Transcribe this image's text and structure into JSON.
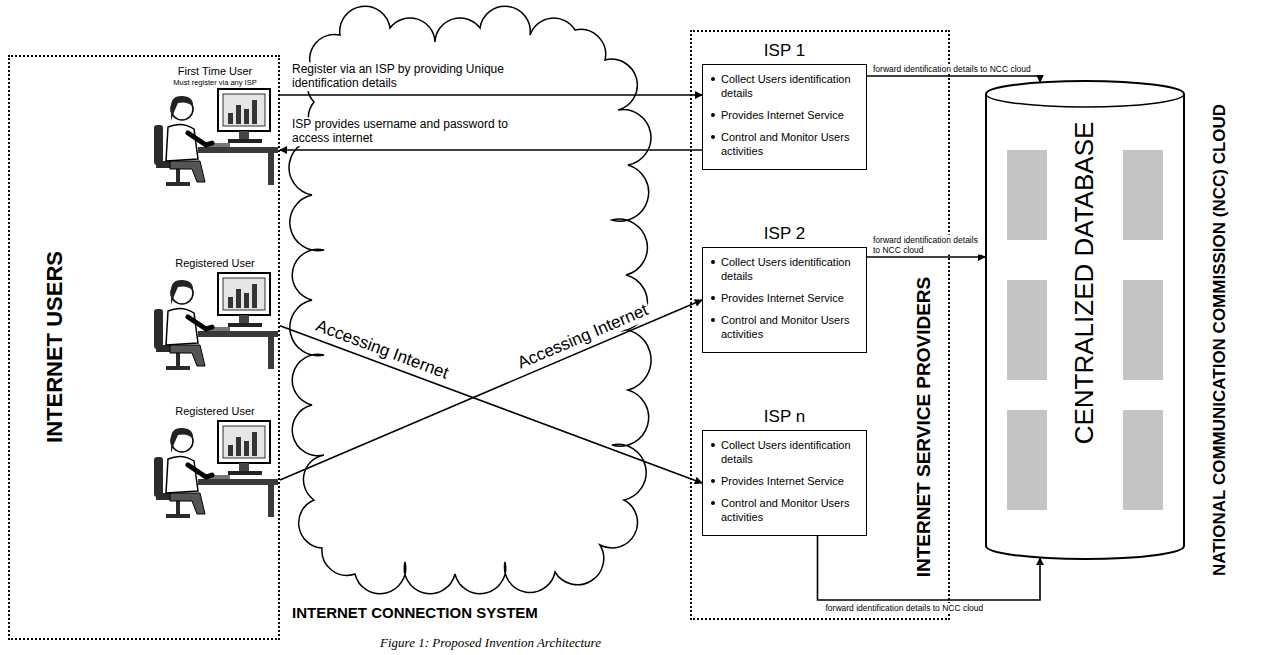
{
  "diagram": {
    "caption": "Figure 1: Proposed Invention Architecture",
    "nodes": [
      {
        "text": [
          "INTERNET USERS"
        ]
      },
      {
        "text": [
          "First Time User",
          "Must register via any ISP"
        ],
        "in": 0
      },
      {
        "text": [
          "Registered User"
        ],
        "in": 0
      },
      {
        "text": [
          "Registered User"
        ],
        "in": 0
      },
      {
        "text": [
          "INTERNET SERVICE PROVIDERS"
        ]
      },
      {
        "text": [
          "ISP 1",
          "Collect Users identification details",
          "Provides Internet Service",
          "Control and Monitor Users activities"
        ],
        "in": 4
      },
      {
        "text": [
          "ISP 2",
          "Collect Users identification details",
          "Provides Internet Service",
          "Control and Monitor Users activities"
        ],
        "in": 4
      },
      {
        "text": [
          "ISP n",
          "Collect Users identification details",
          "Provides Internet Service",
          "Control and Monitor Users activities"
        ],
        "in": 4
      },
      {
        "text": [
          "CENTRALIZED DATABASE",
          "NATIONAL COMMUNICATION COMMISSION (NCC) CLOUD"
        ]
      }
    ],
    "edges": [
      {
        "from": 1,
        "to": 5,
        "arrow": "to",
        "label": "Register via an ISP by providing Unique identification details"
      },
      {
        "from": 5,
        "to": 1,
        "arrow": "to",
        "label": "ISP provides username and password to access internet"
      },
      {
        "from": 2,
        "to": 7,
        "arrow": "to",
        "label": "Accessing Internet"
      },
      {
        "from": 3,
        "to": 6,
        "arrow": "to",
        "label": "Accessing Internet"
      },
      {
        "from": 5,
        "to": 8,
        "arrow": "to",
        "label": "forward identification details to NCC cloud"
      },
      {
        "from": 6,
        "to": 8,
        "arrow": "to",
        "label": "forward identification details to NCC cloud"
      },
      {
        "from": 7,
        "to": 8,
        "arrow": "to",
        "label": "forward identification details to NCC cloud"
      }
    ],
    "labels": [
      "INTERNET CONNECTION SYSTEM"
    ]
  }
}
